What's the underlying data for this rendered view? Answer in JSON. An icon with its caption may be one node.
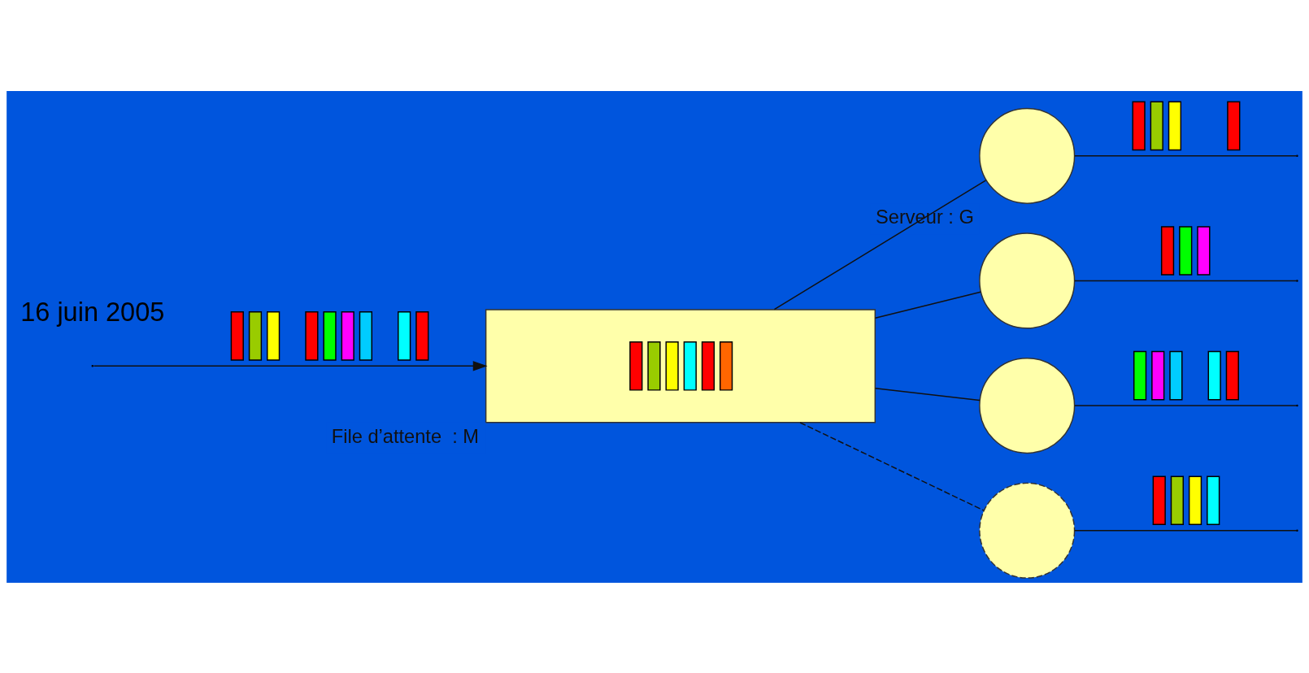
{
  "diagram": {
    "nodes": [
      {
        "text": [],
        "shape": "box",
        "beside": [
          "File d’attente  : M"
        ]
      },
      {
        "text": [],
        "shape": "circle",
        "beside": [
          "Serveur : G"
        ]
      },
      {
        "text": [],
        "shape": "circle"
      },
      {
        "text": [],
        "shape": "circle"
      },
      {
        "text": [],
        "shape": "circle"
      }
    ],
    "edges": [
      {
        "from": null,
        "to": 0,
        "arrow": "to"
      },
      {
        "from": 0,
        "to": 1,
        "arrow": "none"
      },
      {
        "from": 0,
        "to": 2,
        "arrow": "none"
      },
      {
        "from": 0,
        "to": 3,
        "arrow": "none"
      },
      {
        "from": 0,
        "to": 4,
        "arrow": "none",
        "style": "dashed"
      },
      {
        "from": 1,
        "to": null,
        "arrow": "none"
      },
      {
        "from": 2,
        "to": null,
        "arrow": "none"
      },
      {
        "from": 3,
        "to": null,
        "arrow": "none"
      },
      {
        "from": 4,
        "to": null,
        "arrow": "none"
      }
    ],
    "labels": [
      "16 juin 2005"
    ]
  }
}
